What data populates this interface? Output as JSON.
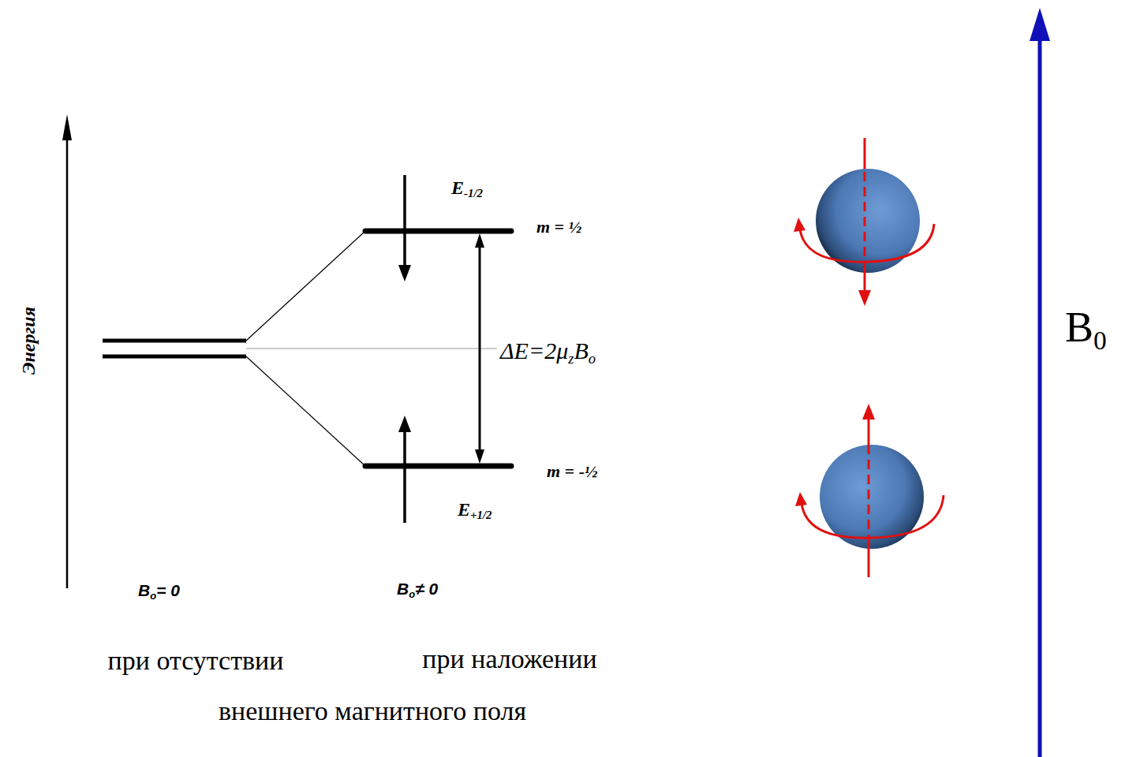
{
  "diagram": {
    "labels": [
      "Энергия",
      "E-1/2",
      "m = ½",
      "ΔE=2μzBo",
      "m = -½",
      "E+1/2",
      "Bo= 0",
      "Bo≠ 0",
      "при отсутствии",
      "при наложении",
      "внешнего магнитного поля",
      "B0"
    ]
  }
}
